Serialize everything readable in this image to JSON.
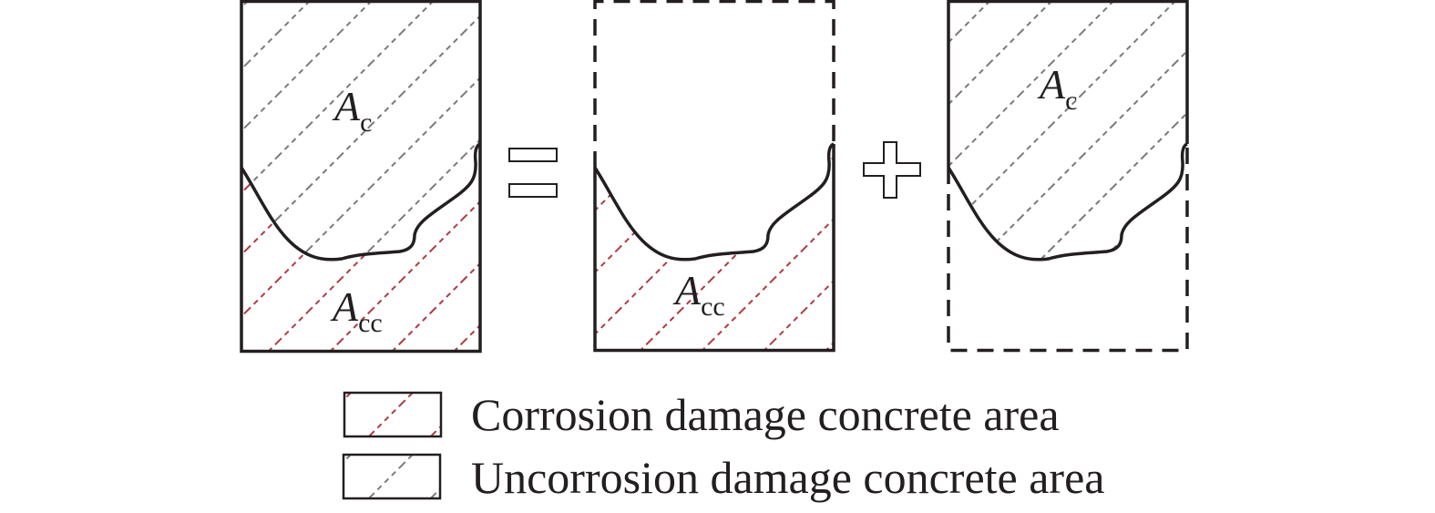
{
  "colors": {
    "corroded_hatch": "#b03a44",
    "uncorroded_hatch": "#7a7a7a",
    "stroke": "#231f20"
  },
  "panels": [
    {
      "name": "total-section",
      "border": "solid",
      "labels": [
        {
          "main": "A",
          "sub": "c"
        },
        {
          "main": "A",
          "sub": "cc"
        }
      ]
    },
    {
      "name": "corroded-part",
      "border": "dashed",
      "labels": [
        {
          "main": "A",
          "sub": "cc"
        }
      ]
    },
    {
      "name": "uncorroded-part",
      "border": "dashed",
      "labels": [
        {
          "main": "A",
          "sub": "c"
        }
      ]
    }
  ],
  "operators": {
    "equals": "=",
    "plus": "+"
  },
  "legend": [
    {
      "swatch": "corroded_hatch",
      "text": "Corrosion damage concrete area"
    },
    {
      "swatch": "uncorroded_hatch",
      "text": "Uncorrosion damage concrete area"
    }
  ]
}
